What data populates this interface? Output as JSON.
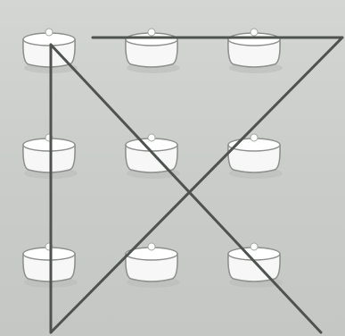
{
  "diagram": {
    "grid": {
      "rows": 3,
      "cols": 3,
      "dot_shape": "bowl"
    },
    "path": {
      "segment_count": 4,
      "style": "straight-lines"
    },
    "colors": {
      "background": "#cfd2cf",
      "bowl_fill": "#f6f7f6",
      "bowl_stroke": "#8d908d",
      "line": "#4f534f"
    }
  }
}
